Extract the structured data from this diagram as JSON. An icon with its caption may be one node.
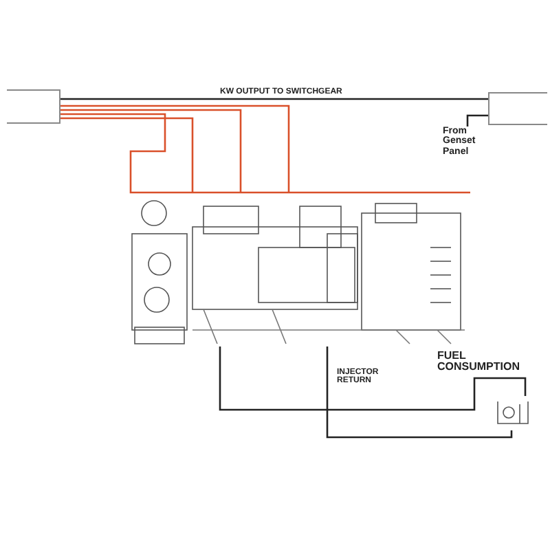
{
  "diagram": {
    "nodes": [
      {
        "text": [],
        "shape": "box"
      },
      {
        "text": [],
        "shape": "box"
      },
      {
        "text": [
          "From Genset Panel"
        ]
      },
      {
        "text": [],
        "shape": "picture"
      },
      {
        "text": [],
        "shape": "picture"
      }
    ],
    "edges": [
      {
        "from": 0,
        "to": 1,
        "arrow": "none",
        "label": "KW OUTPUT TO SWITCHGEAR"
      },
      {
        "from": 0,
        "to": 3,
        "arrow": "none",
        "color": "#d9502a"
      },
      {
        "from": 2,
        "to": 1,
        "arrow": "none"
      },
      {
        "from": 3,
        "to": 4,
        "arrow": "none"
      },
      {
        "from": 3,
        "to": 4,
        "arrow": "none",
        "label": "INJECTOR RETURN"
      }
    ],
    "labels": [
      "FUEL CONSUMPTION"
    ]
  }
}
